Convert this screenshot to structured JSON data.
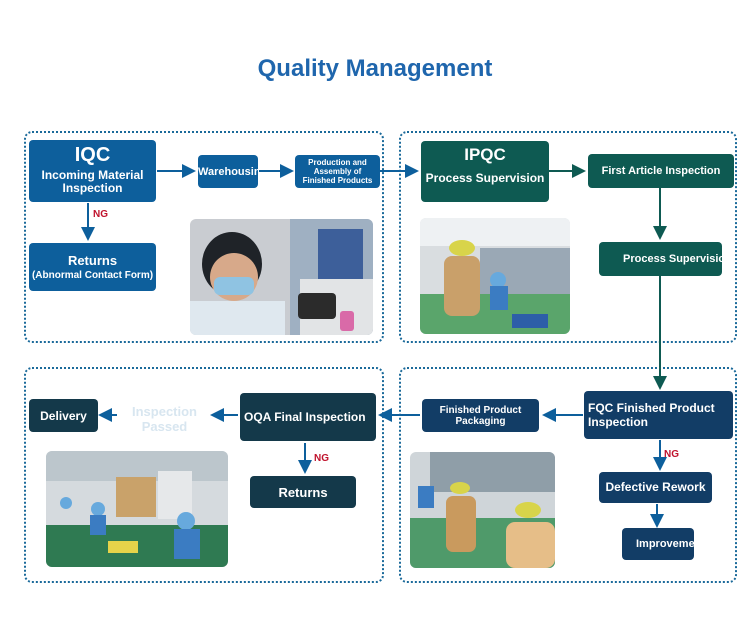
{
  "title": "Quality Management",
  "ng_label": "NG",
  "iqc": {
    "title": "IQC",
    "subtitle": "Incoming Material Inspection",
    "warehousing": "Warehousing",
    "production": "Production and Assembly of Finished Products",
    "returns_title": "Returns",
    "returns_note": "(Abnormal Contact Form)"
  },
  "ipqc": {
    "title": "IPQC",
    "subtitle": "Process Supervision",
    "first_article": "First Article Inspection",
    "process_supervision": "Process Supervision"
  },
  "fqc": {
    "title": "FQC Finished Product Inspection",
    "packaging": "Finished Product Packaging",
    "defective_rework": "Defective Rework",
    "improvement": "Improvement"
  },
  "oqa": {
    "title": "OQA Final Inspection",
    "inspection_passed": "Inspection Passed",
    "delivery": "Delivery",
    "returns": "Returns"
  },
  "colors": {
    "title": "#1f66ad",
    "blue_box": "#0d5f9c",
    "teal_box": "#0e5a52",
    "dark_box": "#14394a",
    "ng_text": "#c0122c",
    "panel_border": "#1b6a9a"
  }
}
